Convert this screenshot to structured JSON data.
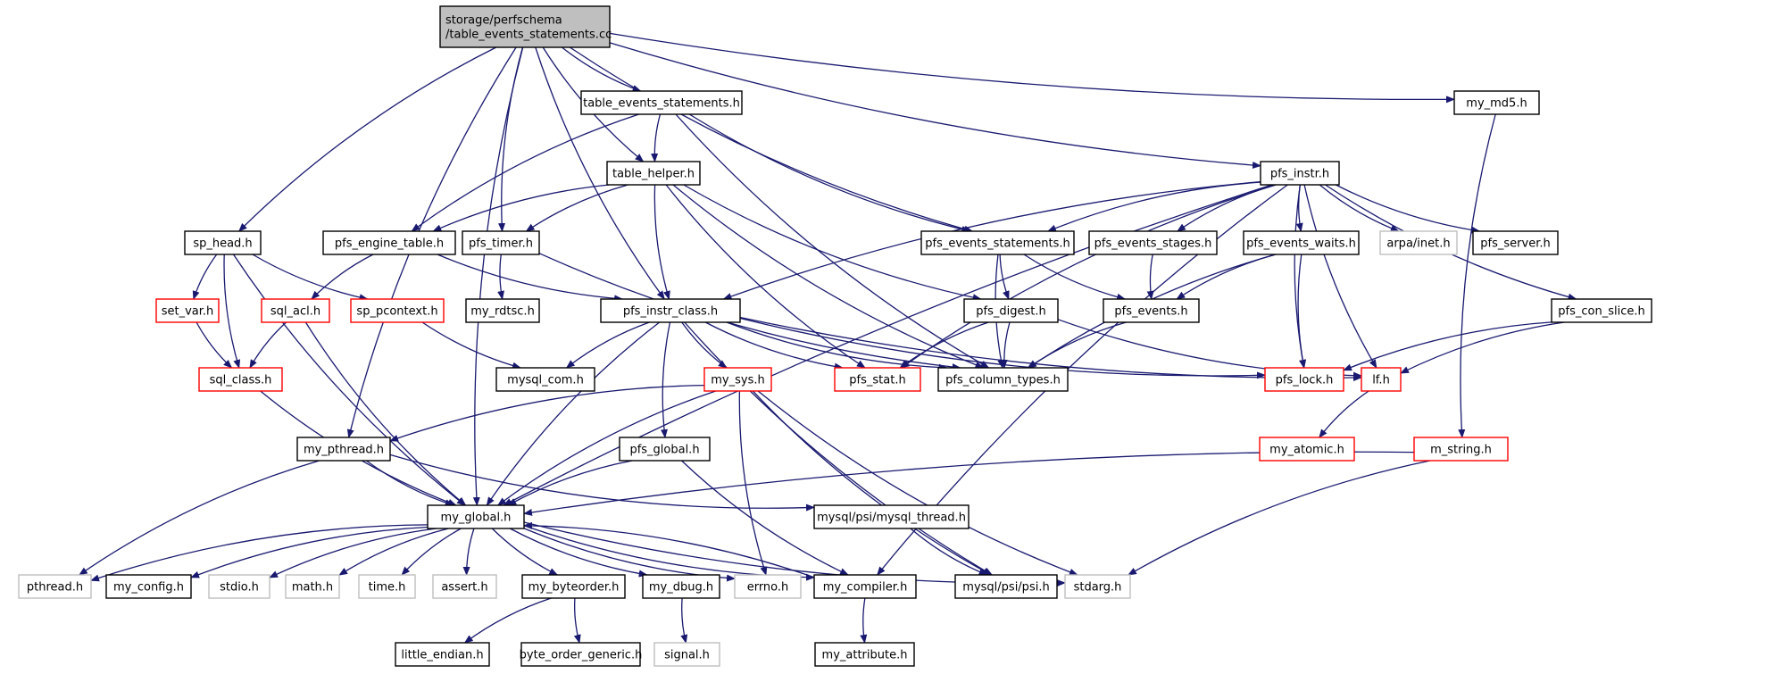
{
  "colors": {
    "edge": "#191970",
    "root_fill": "#bfbfbf",
    "border_normal": "#000000",
    "border_truncated": "#ff0000",
    "border_external": "#bfbfbf",
    "text": "#000000"
  },
  "nodes": [
    {
      "id": "root",
      "label": "storage/perfschema\n/table_events_statements.cc",
      "kind": "root"
    },
    {
      "id": "tes_h",
      "label": "table_events_statements.h",
      "kind": "normal"
    },
    {
      "id": "md5",
      "label": "my_md5.h",
      "kind": "normal"
    },
    {
      "id": "table_helper",
      "label": "table_helper.h",
      "kind": "normal"
    },
    {
      "id": "pfs_instr",
      "label": "pfs_instr.h",
      "kind": "normal"
    },
    {
      "id": "sp_head",
      "label": "sp_head.h",
      "kind": "normal"
    },
    {
      "id": "pfs_engine_table",
      "label": "pfs_engine_table.h",
      "kind": "normal"
    },
    {
      "id": "pfs_timer",
      "label": "pfs_timer.h",
      "kind": "normal"
    },
    {
      "id": "pfs_events_statements",
      "label": "pfs_events_statements.h",
      "kind": "normal"
    },
    {
      "id": "pfs_events_stages",
      "label": "pfs_events_stages.h",
      "kind": "normal"
    },
    {
      "id": "pfs_events_waits",
      "label": "pfs_events_waits.h",
      "kind": "normal"
    },
    {
      "id": "arpa_inet",
      "label": "arpa/inet.h",
      "kind": "external"
    },
    {
      "id": "pfs_server",
      "label": "pfs_server.h",
      "kind": "normal"
    },
    {
      "id": "set_var",
      "label": "set_var.h",
      "kind": "truncated"
    },
    {
      "id": "sql_acl",
      "label": "sql_acl.h",
      "kind": "truncated"
    },
    {
      "id": "sp_pcontext",
      "label": "sp_pcontext.h",
      "kind": "truncated"
    },
    {
      "id": "my_rdtsc",
      "label": "my_rdtsc.h",
      "kind": "normal"
    },
    {
      "id": "pfs_instr_class",
      "label": "pfs_instr_class.h",
      "kind": "normal"
    },
    {
      "id": "pfs_digest",
      "label": "pfs_digest.h",
      "kind": "normal"
    },
    {
      "id": "pfs_events",
      "label": "pfs_events.h",
      "kind": "normal"
    },
    {
      "id": "pfs_con_slice",
      "label": "pfs_con_slice.h",
      "kind": "normal"
    },
    {
      "id": "sql_class",
      "label": "sql_class.h",
      "kind": "truncated"
    },
    {
      "id": "mysql_com",
      "label": "mysql_com.h",
      "kind": "normal"
    },
    {
      "id": "my_sys",
      "label": "my_sys.h",
      "kind": "truncated"
    },
    {
      "id": "pfs_stat",
      "label": "pfs_stat.h",
      "kind": "truncated"
    },
    {
      "id": "pfs_column_types",
      "label": "pfs_column_types.h",
      "kind": "normal"
    },
    {
      "id": "pfs_lock",
      "label": "pfs_lock.h",
      "kind": "truncated"
    },
    {
      "id": "lf",
      "label": "lf.h",
      "kind": "truncated"
    },
    {
      "id": "my_pthread",
      "label": "my_pthread.h",
      "kind": "normal"
    },
    {
      "id": "pfs_global",
      "label": "pfs_global.h",
      "kind": "normal"
    },
    {
      "id": "my_atomic",
      "label": "my_atomic.h",
      "kind": "truncated"
    },
    {
      "id": "m_string",
      "label": "m_string.h",
      "kind": "truncated"
    },
    {
      "id": "my_global",
      "label": "my_global.h",
      "kind": "normal"
    },
    {
      "id": "mysql_thread",
      "label": "mysql/psi/mysql_thread.h",
      "kind": "normal"
    },
    {
      "id": "pthread",
      "label": "pthread.h",
      "kind": "external"
    },
    {
      "id": "my_config",
      "label": "my_config.h",
      "kind": "normal"
    },
    {
      "id": "stdio",
      "label": "stdio.h",
      "kind": "external"
    },
    {
      "id": "math",
      "label": "math.h",
      "kind": "external"
    },
    {
      "id": "time",
      "label": "time.h",
      "kind": "external"
    },
    {
      "id": "assert",
      "label": "assert.h",
      "kind": "external"
    },
    {
      "id": "my_byteorder",
      "label": "my_byteorder.h",
      "kind": "normal"
    },
    {
      "id": "my_dbug",
      "label": "my_dbug.h",
      "kind": "normal"
    },
    {
      "id": "errno",
      "label": "errno.h",
      "kind": "external"
    },
    {
      "id": "my_compiler",
      "label": "my_compiler.h",
      "kind": "normal"
    },
    {
      "id": "psi",
      "label": "mysql/psi/psi.h",
      "kind": "normal"
    },
    {
      "id": "stdarg",
      "label": "stdarg.h",
      "kind": "external"
    },
    {
      "id": "little_endian",
      "label": "little_endian.h",
      "kind": "normal"
    },
    {
      "id": "byte_order_generic",
      "label": "byte_order_generic.h",
      "kind": "normal"
    },
    {
      "id": "signal",
      "label": "signal.h",
      "kind": "external"
    },
    {
      "id": "my_attribute",
      "label": "my_attribute.h",
      "kind": "normal"
    }
  ],
  "edges": [
    [
      "root",
      "tes_h"
    ],
    [
      "root",
      "md5"
    ],
    [
      "root",
      "table_helper"
    ],
    [
      "root",
      "pfs_instr"
    ],
    [
      "root",
      "sp_head"
    ],
    [
      "root",
      "pfs_timer"
    ],
    [
      "root",
      "pfs_events_statements"
    ],
    [
      "root",
      "pfs_instr_class"
    ],
    [
      "root",
      "my_pthread"
    ],
    [
      "root",
      "my_global"
    ],
    [
      "tes_h",
      "table_helper"
    ],
    [
      "tes_h",
      "pfs_engine_table"
    ],
    [
      "tes_h",
      "pfs_events_statements"
    ],
    [
      "tes_h",
      "pfs_column_types"
    ],
    [
      "md5",
      "m_string"
    ],
    [
      "table_helper",
      "pfs_engine_table"
    ],
    [
      "table_helper",
      "pfs_timer"
    ],
    [
      "table_helper",
      "pfs_instr_class"
    ],
    [
      "table_helper",
      "pfs_digest"
    ],
    [
      "table_helper",
      "pfs_stat"
    ],
    [
      "table_helper",
      "pfs_column_types"
    ],
    [
      "pfs_instr",
      "pfs_events_statements"
    ],
    [
      "pfs_instr",
      "pfs_events_stages"
    ],
    [
      "pfs_instr",
      "pfs_events_waits"
    ],
    [
      "pfs_instr",
      "arpa_inet"
    ],
    [
      "pfs_instr",
      "pfs_server"
    ],
    [
      "pfs_instr",
      "pfs_con_slice"
    ],
    [
      "pfs_instr",
      "lf"
    ],
    [
      "pfs_instr",
      "pfs_lock"
    ],
    [
      "pfs_instr",
      "pfs_stat"
    ],
    [
      "pfs_instr",
      "pfs_instr_class"
    ],
    [
      "pfs_instr",
      "my_global"
    ],
    [
      "pfs_instr",
      "my_compiler"
    ],
    [
      "sp_head",
      "set_var"
    ],
    [
      "sp_head",
      "sp_pcontext"
    ],
    [
      "sp_head",
      "sql_class"
    ],
    [
      "sp_head",
      "my_global"
    ],
    [
      "pfs_engine_table",
      "sql_acl"
    ],
    [
      "pfs_engine_table",
      "pfs_instr_class"
    ],
    [
      "pfs_timer",
      "my_rdtsc"
    ],
    [
      "pfs_timer",
      "pfs_column_types"
    ],
    [
      "pfs_events_statements",
      "pfs_digest"
    ],
    [
      "pfs_events_statements",
      "pfs_events"
    ],
    [
      "pfs_events_statements",
      "pfs_column_types"
    ],
    [
      "pfs_events_stages",
      "pfs_events"
    ],
    [
      "pfs_events_waits",
      "pfs_events"
    ],
    [
      "pfs_events_waits",
      "pfs_lock"
    ],
    [
      "pfs_events_waits",
      "pfs_column_types"
    ],
    [
      "set_var",
      "sql_class"
    ],
    [
      "sql_acl",
      "sql_class"
    ],
    [
      "sql_acl",
      "my_global"
    ],
    [
      "sp_pcontext",
      "mysql_com"
    ],
    [
      "pfs_instr_class",
      "mysql_com"
    ],
    [
      "pfs_instr_class",
      "my_sys"
    ],
    [
      "pfs_instr_class",
      "pfs_global"
    ],
    [
      "pfs_instr_class",
      "pfs_stat"
    ],
    [
      "pfs_instr_class",
      "pfs_column_types"
    ],
    [
      "pfs_instr_class",
      "pfs_lock"
    ],
    [
      "pfs_instr_class",
      "lf"
    ],
    [
      "pfs_instr_class",
      "my_global"
    ],
    [
      "pfs_instr_class",
      "psi"
    ],
    [
      "pfs_digest",
      "pfs_stat"
    ],
    [
      "pfs_digest",
      "pfs_column_types"
    ],
    [
      "pfs_digest",
      "lf"
    ],
    [
      "pfs_events",
      "pfs_column_types"
    ],
    [
      "pfs_con_slice",
      "pfs_lock"
    ],
    [
      "pfs_con_slice",
      "lf"
    ],
    [
      "sql_class",
      "my_global"
    ],
    [
      "my_sys",
      "my_pthread"
    ],
    [
      "my_sys",
      "my_global"
    ],
    [
      "my_sys",
      "errno"
    ],
    [
      "my_sys",
      "psi"
    ],
    [
      "my_sys",
      "stdarg"
    ],
    [
      "lf",
      "my_atomic"
    ],
    [
      "my_pthread",
      "my_global"
    ],
    [
      "my_pthread",
      "pthread"
    ],
    [
      "my_pthread",
      "mysql_thread"
    ],
    [
      "pfs_global",
      "my_global"
    ],
    [
      "pfs_global",
      "my_compiler"
    ],
    [
      "m_string",
      "my_global"
    ],
    [
      "m_string",
      "stdarg"
    ],
    [
      "my_global",
      "pthread"
    ],
    [
      "my_global",
      "my_config"
    ],
    [
      "my_global",
      "stdio"
    ],
    [
      "my_global",
      "math"
    ],
    [
      "my_global",
      "time"
    ],
    [
      "my_global",
      "assert"
    ],
    [
      "my_global",
      "my_byteorder"
    ],
    [
      "my_global",
      "my_dbug"
    ],
    [
      "my_global",
      "errno"
    ],
    [
      "my_global",
      "my_compiler"
    ],
    [
      "my_global",
      "stdarg"
    ],
    [
      "my_compiler",
      "my_global"
    ],
    [
      "my_compiler",
      "my_attribute"
    ],
    [
      "mysql_thread",
      "psi"
    ],
    [
      "my_byteorder",
      "little_endian"
    ],
    [
      "my_byteorder",
      "byte_order_generic"
    ],
    [
      "my_dbug",
      "signal"
    ]
  ]
}
